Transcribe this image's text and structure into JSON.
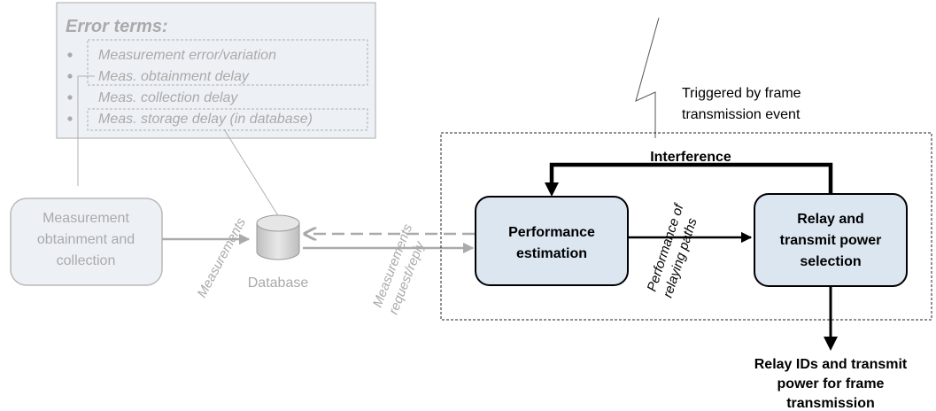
{
  "error_terms": {
    "title": "Error terms:",
    "items": [
      "Measurement error/variation",
      "Meas. obtainment delay",
      "Meas. collection delay",
      "Meas. storage delay (in database)"
    ]
  },
  "trigger_label": [
    "Triggered by frame",
    "transmission event"
  ],
  "measurement_box": [
    "Measurement",
    "obtainment and",
    "collection"
  ],
  "measurements_label": "Measurements",
  "database_label": "Database",
  "request_label": [
    "Measurements",
    "request/reply"
  ],
  "performance_box": [
    "Performance",
    "estimation"
  ],
  "relay_box": [
    "Relay and",
    "transmit power",
    "selection"
  ],
  "interference_label": "Interference",
  "performance_paths_label": [
    "Performance of",
    "relaying paths"
  ],
  "output_label": [
    "Relay IDs and transmit",
    "power for frame",
    "transmission"
  ],
  "colors": {
    "grey": "#aaaaaa",
    "box_fill": "#dce6f1",
    "box_fill_faded": "#edf1f6",
    "black": "#000000"
  }
}
